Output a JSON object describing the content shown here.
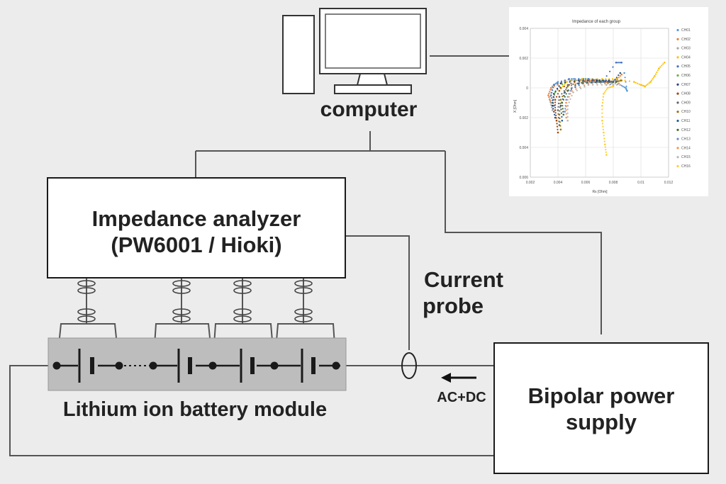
{
  "labels": {
    "computer": "computer",
    "analyzer_line1": "Impedance analyzer",
    "analyzer_line2": "(PW6001 / Hioki)",
    "probe_line1": "Current",
    "probe_line2": "probe",
    "module": "Lithium ion battery module",
    "acdc": "AC+DC",
    "psu_line1": "Bipolar power",
    "psu_line2": "supply"
  },
  "chart_data": {
    "type": "scatter",
    "title": "Impedance of each group",
    "xlabel": "Rs [Ohm]",
    "ylabel": "X [Ohm]",
    "xlim": [
      0.002,
      0.012
    ],
    "ylim": [
      -0.006,
      0.004
    ],
    "x_ticks": [
      "0.002",
      "0.004",
      "0.006",
      "0.008",
      "0.01",
      "0.012"
    ],
    "y_ticks": [
      "0.004",
      "0.002",
      "0",
      "0.002",
      "0.004",
      "0.006"
    ],
    "grid": true,
    "legend_position": "right",
    "series": [
      {
        "name": "CH01",
        "color": "#5b9bd5",
        "points": [
          [
            0.0037,
            0.0002
          ],
          [
            0.004,
            0.0004
          ],
          [
            0.005,
            0.0006
          ],
          [
            0.006,
            0.0006
          ],
          [
            0.007,
            0.0005
          ],
          [
            0.0078,
            0.0004
          ],
          [
            0.0085,
            0.0002
          ],
          [
            0.0089,
            0.0
          ],
          [
            0.009,
            -0.0002
          ],
          [
            0.0088,
            0.001
          ]
        ]
      },
      {
        "name": "CH02",
        "color": "#ed7d31",
        "points": [
          [
            0.0035,
            -0.001
          ],
          [
            0.0033,
            -0.0005
          ],
          [
            0.0035,
            0.0
          ],
          [
            0.0045,
            0.0005
          ],
          [
            0.006,
            0.0005
          ],
          [
            0.0075,
            0.0004
          ],
          [
            0.0082,
            0.0005
          ],
          [
            0.0086,
            0.0009
          ]
        ]
      },
      {
        "name": "CH03",
        "color": "#a5a5a5",
        "points": [
          [
            0.0036,
            -0.0015
          ],
          [
            0.0034,
            -0.0008
          ],
          [
            0.0036,
            0.0001
          ],
          [
            0.005,
            0.0005
          ],
          [
            0.0065,
            0.0005
          ],
          [
            0.008,
            0.0005
          ],
          [
            0.0083,
            0.0005
          ]
        ]
      },
      {
        "name": "CH04",
        "color": "#ffc000",
        "points": [
          [
            0.0041,
            -0.0002
          ],
          [
            0.0046,
            0.0004
          ],
          [
            0.0058,
            0.0006
          ],
          [
            0.0072,
            0.0006
          ],
          [
            0.0082,
            0.0006
          ],
          [
            0.0095,
            0.0004
          ],
          [
            0.01,
            0.0002
          ],
          [
            0.0103,
            0.0001
          ],
          [
            0.0107,
            0.0004
          ],
          [
            0.011,
            0.0008
          ],
          [
            0.0113,
            0.0013
          ],
          [
            0.0117,
            0.0017
          ]
        ]
      },
      {
        "name": "CH05",
        "color": "#4472c4",
        "points": [
          [
            0.0037,
            -0.0012
          ],
          [
            0.0035,
            -0.0005
          ],
          [
            0.0037,
            0.0002
          ],
          [
            0.0048,
            0.0006
          ],
          [
            0.0062,
            0.0006
          ],
          [
            0.0073,
            0.0005
          ],
          [
            0.0082,
            0.0017
          ],
          [
            0.0086,
            0.0017
          ]
        ]
      },
      {
        "name": "CH06",
        "color": "#70ad47",
        "points": [
          [
            0.0036,
            -0.001
          ],
          [
            0.0038,
            -0.0003
          ],
          [
            0.0045,
            0.0004
          ],
          [
            0.006,
            0.0006
          ],
          [
            0.0072,
            0.0005
          ]
        ]
      },
      {
        "name": "CH07",
        "color": "#264478",
        "points": [
          [
            0.0038,
            -0.002
          ],
          [
            0.0036,
            -0.0012
          ],
          [
            0.0037,
            -0.0004
          ],
          [
            0.0042,
            0.0003
          ],
          [
            0.0055,
            0.0005
          ],
          [
            0.0068,
            0.0005
          ],
          [
            0.0077,
            0.0005
          ]
        ]
      },
      {
        "name": "CH08",
        "color": "#9e480e",
        "points": [
          [
            0.004,
            -0.003
          ],
          [
            0.0039,
            -0.0022
          ],
          [
            0.0038,
            -0.0015
          ],
          [
            0.0038,
            -0.0008
          ],
          [
            0.0042,
            0.0
          ],
          [
            0.0052,
            0.0004
          ],
          [
            0.0066,
            0.0005
          ],
          [
            0.0077,
            0.0004
          ]
        ]
      },
      {
        "name": "CH09",
        "color": "#636363",
        "points": [
          [
            0.0041,
            -0.0025
          ],
          [
            0.004,
            -0.0015
          ],
          [
            0.0041,
            -0.0006
          ],
          [
            0.0048,
            0.0002
          ],
          [
            0.006,
            0.0004
          ],
          [
            0.0072,
            0.0004
          ],
          [
            0.008,
            0.0004
          ]
        ]
      },
      {
        "name": "CH10",
        "color": "#997300",
        "points": [
          [
            0.0042,
            -0.0028
          ],
          [
            0.0041,
            -0.0018
          ],
          [
            0.0042,
            -0.0008
          ],
          [
            0.0047,
            0.0001
          ],
          [
            0.0058,
            0.0004
          ],
          [
            0.0071,
            0.0004
          ],
          [
            0.0082,
            0.0004
          ],
          [
            0.0086,
            0.0005
          ]
        ]
      },
      {
        "name": "CH11",
        "color": "#255e91",
        "points": [
          [
            0.0043,
            -0.0022
          ],
          [
            0.0042,
            -0.0012
          ],
          [
            0.0045,
            -0.0003
          ],
          [
            0.0055,
            0.0003
          ],
          [
            0.0068,
            0.0004
          ],
          [
            0.008,
            0.0004
          ],
          [
            0.0085,
            0.001
          ]
        ]
      },
      {
        "name": "CH12",
        "color": "#43682b",
        "points": [
          [
            0.0044,
            -0.0018
          ],
          [
            0.0043,
            -0.001
          ],
          [
            0.0047,
            -0.0002
          ],
          [
            0.0058,
            0.0003
          ],
          [
            0.007,
            0.0004
          ],
          [
            0.0082,
            0.0004
          ]
        ]
      },
      {
        "name": "CH13",
        "color": "#698ed0",
        "points": [
          [
            0.0045,
            -0.0016
          ],
          [
            0.0046,
            -0.0008
          ],
          [
            0.005,
            0.0
          ],
          [
            0.006,
            0.0004
          ],
          [
            0.0072,
            0.0004
          ],
          [
            0.008,
            0.0002
          ]
        ]
      },
      {
        "name": "CH14",
        "color": "#f1975a",
        "points": [
          [
            0.0046,
            -0.002
          ],
          [
            0.0046,
            -0.001
          ],
          [
            0.005,
            -0.0002
          ],
          [
            0.0062,
            0.0003
          ],
          [
            0.0074,
            0.0003
          ],
          [
            0.0084,
            0.0003
          ]
        ]
      },
      {
        "name": "CH15",
        "color": "#b7b7b7",
        "points": [
          [
            0.0047,
            -0.0022
          ],
          [
            0.0047,
            -0.0012
          ],
          [
            0.0051,
            -0.0003
          ],
          [
            0.0062,
            0.0002
          ],
          [
            0.0075,
            0.0002
          ],
          [
            0.0085,
            0.0002
          ]
        ]
      },
      {
        "name": "CH16",
        "color": "#ffcd33",
        "points": [
          [
            0.0075,
            -0.0045
          ],
          [
            0.0074,
            -0.0038
          ],
          [
            0.0073,
            -0.003
          ],
          [
            0.0072,
            -0.0022
          ],
          [
            0.0072,
            -0.0012
          ],
          [
            0.0073,
            -0.0004
          ],
          [
            0.0076,
            0.0
          ],
          [
            0.008,
            0.0001
          ]
        ]
      }
    ]
  }
}
